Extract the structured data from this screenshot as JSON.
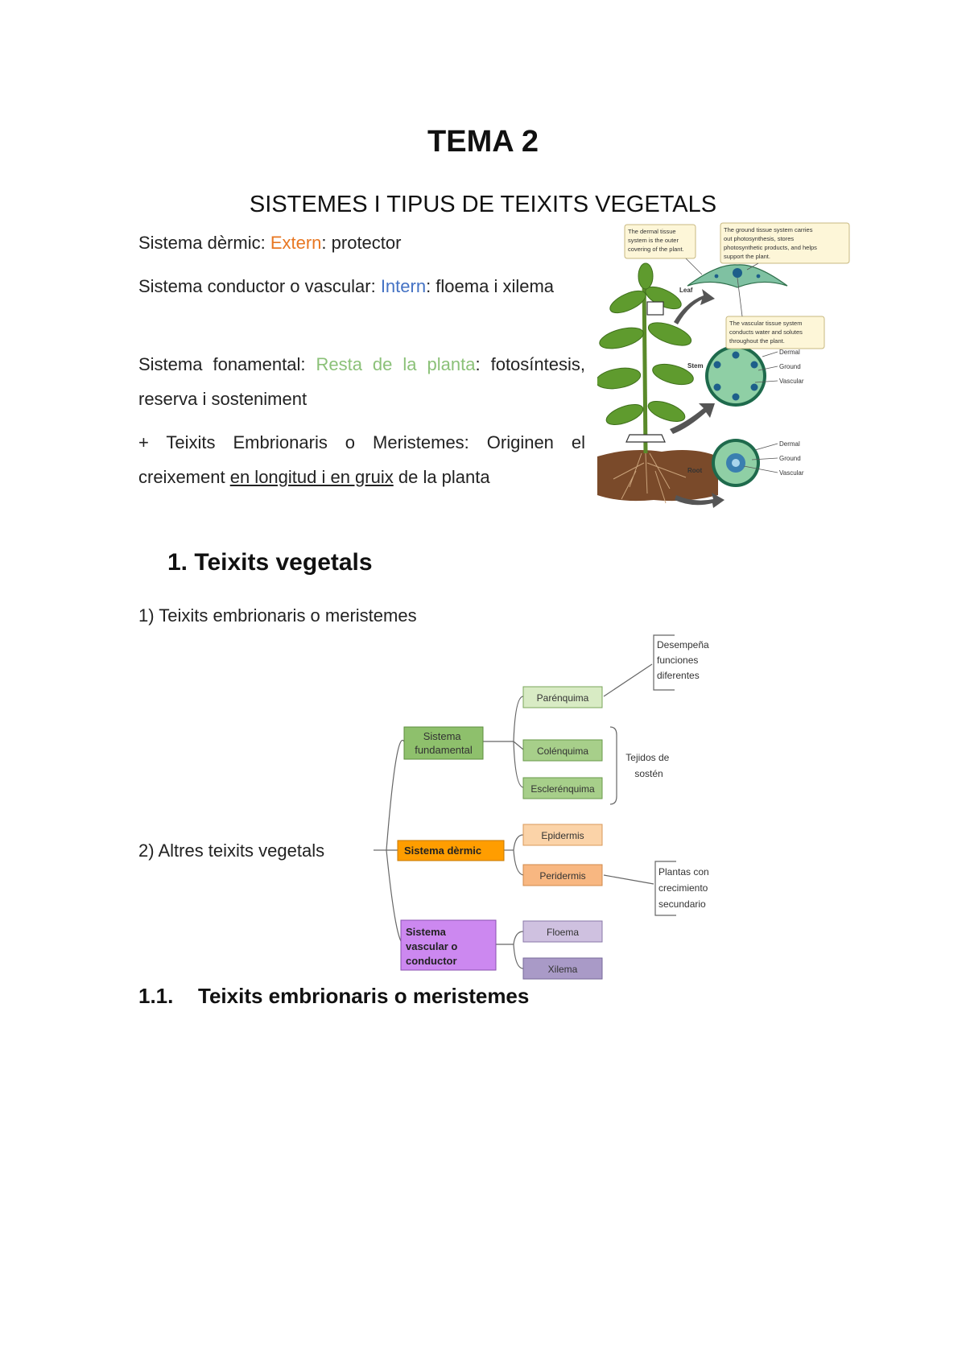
{
  "title": "TEMA 2",
  "subtitle": "SISTEMES I TIPUS DE TEIXITS VEGETALS",
  "intro": {
    "p1": {
      "label": "Sistema dèrmic: ",
      "accent": "Extern",
      "rest": ": protector"
    },
    "p2": {
      "label": "Sistema conductor o vascular: ",
      "accent": "Intern",
      "rest": ": floema i xilema"
    },
    "p3": {
      "label": "Sistema fonamental: ",
      "accent": "Resta de la planta",
      "rest": ": fotosíntesis, reserva i sosteniment"
    },
    "p4": {
      "start": "+ Teixits Embrionaris o Meristemes: Originen el creixement ",
      "underlined": "en longitud i en gruix",
      "end": " de la planta"
    }
  },
  "colors": {
    "extern": "#e87722",
    "intern": "#4472c4",
    "resta": "#8bc178"
  },
  "figure": {
    "callout_dermal": [
      "The dermal tissue",
      "system is the outer",
      "covering of the plant."
    ],
    "callout_ground": [
      "The ground tissue system carries",
      "out photosynthesis, stores",
      "photosynthetic products, and helps",
      "support the plant."
    ],
    "callout_vascular": [
      "The vascular tissue system",
      "conducts water and solutes",
      "throughout the plant."
    ],
    "label_leaf": "Leaf",
    "label_stem": "Stem",
    "label_root": "Root",
    "label_dermal": "Dermal",
    "label_ground": "Ground",
    "label_vascular": "Vascular"
  },
  "section1": {
    "heading": "1. Teixits vegetals"
  },
  "list": {
    "item1": "1) Teixits embrionaris o meristemes",
    "item2": "2) Altres teixits vegetals"
  },
  "diagram": {
    "sistema_fundamental": [
      "Sistema",
      "fundamental"
    ],
    "sistema_dermic": "Sistema dèrmic",
    "sistema_vascular": [
      "Sistema",
      "vascular o",
      "conductor"
    ],
    "parenquima": "Parénquima",
    "colenquima": "Colénquima",
    "esclerenquima": "Esclerénquima",
    "epidermis": "Epidermis",
    "peridermis": "Peridermis",
    "floema": "Floema",
    "xilema": "Xilema",
    "note_funciones": [
      "Desempeña",
      "funciones",
      "diferentes"
    ],
    "note_sosten": [
      "Tejidos de",
      "sostén"
    ],
    "note_crecimiento": [
      "Plantas con",
      "crecimiento",
      "secundario"
    ]
  },
  "section11": {
    "number": "1.1.",
    "heading": "Teixits embrionaris o meristemes"
  }
}
